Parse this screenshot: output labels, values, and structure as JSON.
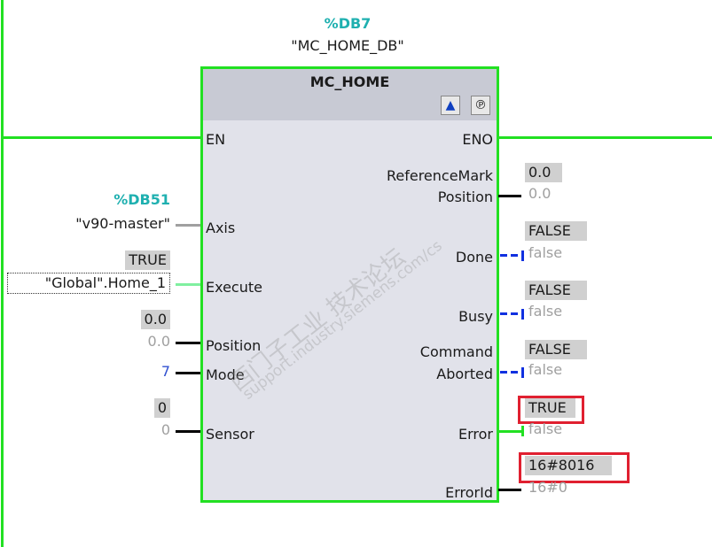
{
  "instance": {
    "address": "%DB7",
    "name": "\"MC_HOME_DB\""
  },
  "block": {
    "title": "MC_HOME",
    "icons": [
      "block-icon",
      "diagnostics-icon"
    ]
  },
  "inputs": {
    "en": "EN",
    "axis": {
      "label": "Axis",
      "address": "%DB51",
      "operand": "\"v90-master\""
    },
    "execute": {
      "label": "Execute",
      "monitor": "TRUE",
      "operand": "\"Global\".Home_1"
    },
    "position": {
      "label": "Position",
      "monitor": "0.0",
      "operand": "0.0"
    },
    "mode": {
      "label": "Mode",
      "operand": "7"
    },
    "sensor": {
      "label": "Sensor",
      "monitor": "0",
      "operand": "0"
    }
  },
  "outputs": {
    "eno": "ENO",
    "refmark": {
      "label1": "ReferenceMark",
      "label2": "Position",
      "monitor": "0.0",
      "operand": "0.0"
    },
    "done": {
      "label": "Done",
      "monitor": "FALSE",
      "operand": "false"
    },
    "busy": {
      "label": "Busy",
      "monitor": "FALSE",
      "operand": "false"
    },
    "aborted": {
      "label1": "Command",
      "label2": "Aborted",
      "monitor": "FALSE",
      "operand": "false"
    },
    "error": {
      "label": "Error",
      "monitor": "TRUE",
      "operand": "false"
    },
    "errorid": {
      "label": "ErrorId",
      "monitor": "16#8016",
      "operand": "16#0"
    }
  },
  "watermark": {
    "cn": "西门子工业 技术论坛",
    "url": "support.industry.siemens.com/cs"
  },
  "colors": {
    "energized": "#22e022",
    "highlight": "#e02030",
    "address": "#1fb0b0"
  }
}
